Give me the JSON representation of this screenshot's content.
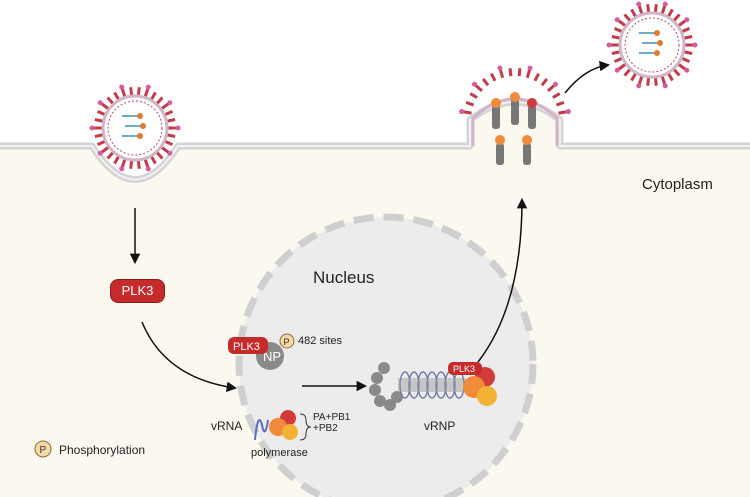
{
  "labels": {
    "cytoplasm": "Cytoplasm",
    "nucleus": "Nucleus",
    "plk3": "PLK3",
    "plk3_complex": "PLK3",
    "plk3_vrnp": "PLK3",
    "np": "NP",
    "p_marker": "P",
    "sites": "482 sites",
    "vrna": "vRNA",
    "pa_pb1": "PA+PB1",
    "pb2": "+PB2",
    "polymerase": "polymerase",
    "vrnp": "vRNP",
    "legend_p": "P",
    "phosphorylation": "Phosphorylation"
  },
  "colors": {
    "plk3_red": "#c52b2b",
    "np_gray": "#8a8a8a",
    "p_marker_fill": "#f3d9a6",
    "nucleus_fill": "#ececec",
    "cytoplasm_fill": "#fbf8f0",
    "membrane": "#d6d6d6",
    "virus_spike": "#c23b4a",
    "virus_spike_tip": "#d85aa0",
    "polymerase_orange": "#ef8b3a",
    "polymerase_red": "#d33a3a",
    "polymerase_yellow": "#f2b233"
  }
}
